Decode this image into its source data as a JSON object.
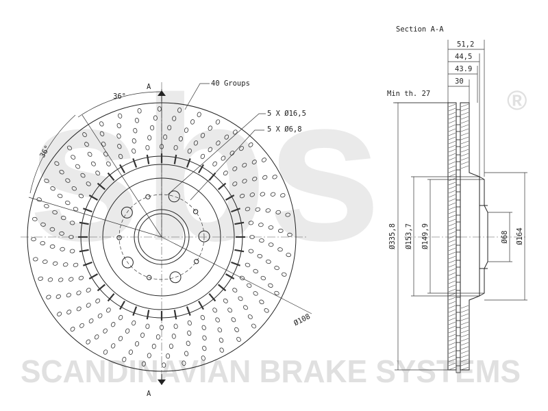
{
  "watermark": {
    "logo_text": "sbs",
    "registered_mark": "®",
    "company_text": "SCANDINAVIAN BRAKE SYSTEMS"
  },
  "front_view": {
    "angle_top": "36°",
    "angle_side": "36°",
    "section_marker_top": "A",
    "section_marker_bottom": "A",
    "groups_callout": "40 Groups",
    "bolt_holes_callout": "5 X Ø16,5",
    "small_holes_callout": "5 X Ø6,8",
    "pcd_label": "Ø108",
    "bolt_hole_count": 5,
    "small_hole_count": 5,
    "vent_groups": 40
  },
  "section_view": {
    "title": "Section A-A",
    "dims_top": [
      "51,2",
      "44,5",
      "43.9",
      "30"
    ],
    "min_thickness": "Min th. 27",
    "diameters": [
      "Ø335,8",
      "Ø153,7",
      "Ø149,9",
      "Ø68",
      "Ø164"
    ]
  },
  "colors": {
    "line": "#222222",
    "watermark": "#d9d9d9",
    "background": "#ffffff"
  }
}
